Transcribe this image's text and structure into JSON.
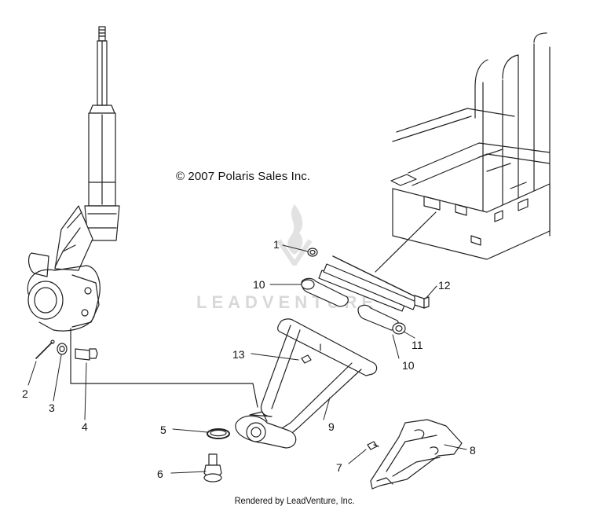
{
  "copyright": "© 2007 Polaris Sales Inc.",
  "footer": "Rendered by LeadVenture, Inc.",
  "watermark": "LEADVENTURE",
  "callouts": [
    {
      "id": "1",
      "part": "nut"
    },
    {
      "id": "2",
      "part": "cotter-pin"
    },
    {
      "id": "3",
      "part": "nut"
    },
    {
      "id": "4",
      "part": "bolt"
    },
    {
      "id": "5",
      "part": "retaining-ring"
    },
    {
      "id": "6",
      "part": "ball-joint"
    },
    {
      "id": "7",
      "part": "screw"
    },
    {
      "id": "8",
      "part": "guard-plate"
    },
    {
      "id": "9",
      "part": "a-arm"
    },
    {
      "id": "10",
      "part": "bushing"
    },
    {
      "id": "11",
      "part": "pivot-tube"
    },
    {
      "id": "12",
      "part": "bolt"
    },
    {
      "id": "13",
      "part": "grease-fitting"
    }
  ],
  "colors": {
    "line": "#222222",
    "watermark": "#d8d8d8",
    "background": "#ffffff"
  }
}
